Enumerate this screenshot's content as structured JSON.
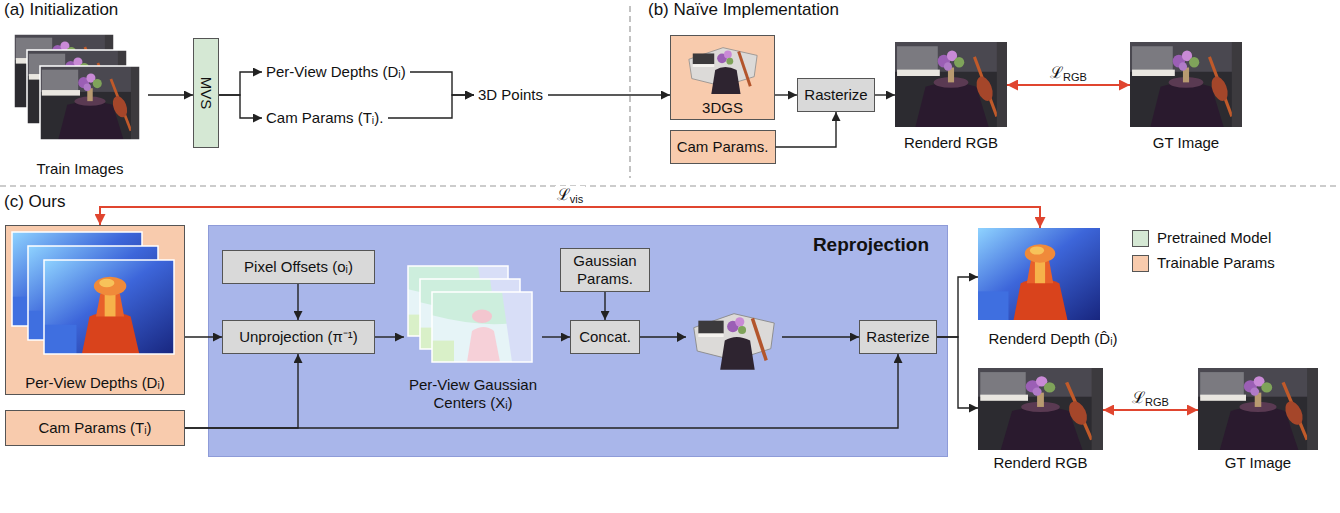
{
  "diagram": {
    "nodes": [
      {
        "text": [
          "Train Images"
        ]
      },
      {
        "text": [
          "MVS"
        ]
      },
      {
        "text": [
          "Per-View Depths (Dᵢ)"
        ]
      },
      {
        "text": [
          "Cam Params (Tᵢ)."
        ]
      },
      {
        "text": [
          "3D Points"
        ]
      },
      {
        "text": [
          "3DGS"
        ]
      },
      {
        "text": [
          "Cam Params."
        ]
      },
      {
        "text": [
          "Rasterize"
        ]
      },
      {
        "text": [
          "Renderd RGB"
        ]
      },
      {
        "text": [
          "GT Image"
        ]
      },
      {
        "text": [
          "Per-View Depths (Dᵢ)"
        ]
      },
      {
        "text": [
          "Cam Params (Tᵢ)"
        ]
      },
      {
        "text": [
          "Reprojection"
        ]
      },
      {
        "text": [
          "Pixel Offsets (oᵢ)"
        ],
        "in": 12
      },
      {
        "text": [
          "Unprojection (π⁻¹)"
        ],
        "in": 12
      },
      {
        "text": [
          "Per-View Gaussian Centers (Xᵢ)"
        ],
        "in": 12
      },
      {
        "text": [
          "Gaussian Params."
        ],
        "in": 12
      },
      {
        "text": [
          "Concat."
        ],
        "in": 12
      },
      {
        "text": [
          "Rasterize"
        ],
        "in": 12
      },
      {
        "text": [
          "Renderd Depth (D̂ᵢ)"
        ]
      },
      {
        "text": [
          "Renderd RGB"
        ]
      },
      {
        "text": [
          "GT Image"
        ]
      }
    ],
    "edges": [
      {
        "from": 0,
        "to": 1,
        "arrow": "to"
      },
      {
        "from": 1,
        "to": 2,
        "arrow": "to"
      },
      {
        "from": 1,
        "to": 3,
        "arrow": "to"
      },
      {
        "from": 2,
        "to": 4,
        "arrow": "to"
      },
      {
        "from": 3,
        "to": 4,
        "arrow": "to"
      },
      {
        "from": 4,
        "to": 5,
        "arrow": "to"
      },
      {
        "from": 5,
        "to": 7,
        "arrow": "to"
      },
      {
        "from": 6,
        "to": 7,
        "arrow": "to"
      },
      {
        "from": 7,
        "to": 8,
        "arrow": "to"
      },
      {
        "from": 8,
        "to": 9,
        "label": "ℒRGB",
        "arrow": "both"
      },
      {
        "from": 10,
        "to": 19,
        "label": "ℒvis",
        "arrow": "both"
      },
      {
        "from": 10,
        "to": 14,
        "arrow": "to"
      },
      {
        "from": 13,
        "to": 14,
        "arrow": "to"
      },
      {
        "from": 11,
        "to": 14,
        "arrow": "to"
      },
      {
        "from": 11,
        "to": 18,
        "arrow": "to"
      },
      {
        "from": 14,
        "to": 15,
        "arrow": "to"
      },
      {
        "from": 15,
        "to": 17,
        "arrow": "to"
      },
      {
        "from": 16,
        "to": 17,
        "arrow": "to"
      },
      {
        "from": 17,
        "to": 18,
        "arrow": "to"
      },
      {
        "from": 18,
        "to": 19,
        "arrow": "to"
      },
      {
        "from": 18,
        "to": 20,
        "arrow": "to"
      },
      {
        "from": 20,
        "to": 21,
        "label": "ℒRGB",
        "arrow": "both"
      }
    ],
    "labels": [
      "(a) Initialization",
      "(b) Naïve Implementation",
      "(c) Ours"
    ],
    "legend": [
      {
        "text": "Pretrained Model",
        "color": "#d5e8d4"
      },
      {
        "text": "Trainable Params",
        "color": "#f8cbad"
      }
    ]
  }
}
